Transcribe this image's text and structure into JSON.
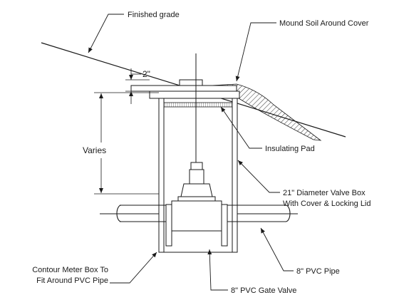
{
  "labels": {
    "finished_grade": "Finished grade",
    "mound_soil": "Mound Soil Around Cover",
    "insulating_pad": "Insulating Pad",
    "valve_box_line1": "21\" Diameter Valve Box",
    "valve_box_line2": "With Cover & Locking Lid",
    "pvc_pipe": "8\" PVC Pipe",
    "gate_valve": "8\" PVC Gate Valve",
    "meter_box_line1": "Contour Meter Box To",
    "meter_box_line2": "Fit Around PVC Pipe"
  },
  "dimensions": {
    "cover_offset": "2\"",
    "box_depth": "Varies"
  }
}
